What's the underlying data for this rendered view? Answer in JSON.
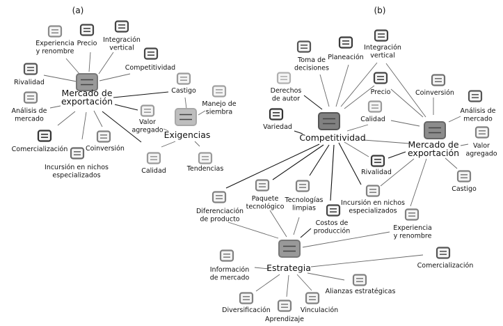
{
  "panel_a": {
    "title": "(a)",
    "nodes": [
      {
        "id": "mercado",
        "label": [
          "Mercado de",
          "exportación"
        ],
        "shade": "#777777",
        "hub": true
      },
      {
        "id": "experiencia",
        "label": [
          "Experiencia",
          "y renombre"
        ],
        "shade": "#8a8a8a"
      },
      {
        "id": "precio",
        "label": [
          "Precio"
        ],
        "shade": "#444444"
      },
      {
        "id": "integracion",
        "label": [
          "Integración",
          "vertical"
        ],
        "shade": "#444444"
      },
      {
        "id": "competitividad",
        "label": [
          "Competitividad"
        ],
        "shade": "#444444"
      },
      {
        "id": "rivalidad",
        "label": [
          "Rivalidad"
        ],
        "shade": "#555555"
      },
      {
        "id": "analisis",
        "label": [
          "Análisis de",
          "mercado"
        ],
        "shade": "#808080"
      },
      {
        "id": "comercializacion",
        "label": [
          "Comercialización"
        ],
        "shade": "#333333"
      },
      {
        "id": "incursion",
        "label": [
          "Incursión en nichos",
          "especializados"
        ],
        "shade": "#6a6a6a"
      },
      {
        "id": "coinversion",
        "label": [
          "Coinversión"
        ],
        "shade": "#808080"
      },
      {
        "id": "valor",
        "label": [
          "Valor",
          "agregado"
        ],
        "shade": "#9a9a9a"
      },
      {
        "id": "castigo",
        "label": [
          "Castigo"
        ],
        "shade": "#9a9a9a"
      },
      {
        "id": "manejo",
        "label": [
          "Manejo de",
          "siembra"
        ],
        "shade": "#a0a0a0"
      },
      {
        "id": "exigencias",
        "label": [
          "Exigencias"
        ],
        "shade": "#a8a8a8",
        "hub": true
      },
      {
        "id": "calidad",
        "label": [
          "Calidad"
        ],
        "shade": "#9a9a9a"
      },
      {
        "id": "tendencias",
        "label": [
          "Tendencias"
        ],
        "shade": "#9a9a9a"
      }
    ]
  },
  "panel_b": {
    "title": "(b)",
    "nodes": [
      {
        "id": "competitividad",
        "label": [
          "Competitividad"
        ],
        "shade": "#555555",
        "hub": true
      },
      {
        "id": "mercado",
        "label": [
          "Mercado de",
          "exportación"
        ],
        "shade": "#666666",
        "hub": true
      },
      {
        "id": "estrategia",
        "label": [
          "Estrategia"
        ],
        "shade": "#777777",
        "hub": true
      },
      {
        "id": "toma",
        "label": [
          "Toma de",
          "decisiones"
        ],
        "shade": "#555555"
      },
      {
        "id": "planeacion",
        "label": [
          "Planeación"
        ],
        "shade": "#3a3a3a"
      },
      {
        "id": "integracion",
        "label": [
          "Integración",
          "vertical"
        ],
        "shade": "#444444"
      },
      {
        "id": "derechos",
        "label": [
          "Derechos",
          "de autor"
        ],
        "shade": "#b0b0b0"
      },
      {
        "id": "precio",
        "label": [
          "Precio"
        ],
        "shade": "#444444"
      },
      {
        "id": "coinversion",
        "label": [
          "Coinversión"
        ],
        "shade": "#707070"
      },
      {
        "id": "analisis",
        "label": [
          "Análisis de",
          "mercado"
        ],
        "shade": "#555555"
      },
      {
        "id": "calidad",
        "label": [
          "Calidad"
        ],
        "shade": "#9a9a9a"
      },
      {
        "id": "variedad",
        "label": [
          "Variedad"
        ],
        "shade": "#333333"
      },
      {
        "id": "valor",
        "label": [
          "Valor",
          "agregado"
        ],
        "shade": "#808080"
      },
      {
        "id": "rivalidad",
        "label": [
          "Rivalidad"
        ],
        "shade": "#3a3a3a"
      },
      {
        "id": "castigo",
        "label": [
          "Castigo"
        ],
        "shade": "#808080"
      },
      {
        "id": "incursion",
        "label": [
          "Incursión en nichos",
          "especializados"
        ],
        "shade": "#808080"
      },
      {
        "id": "paquete",
        "label": [
          "Paquete",
          "tecnológico"
        ],
        "shade": "#808080"
      },
      {
        "id": "tecnologias",
        "label": [
          "Tecnologías",
          "limpias"
        ],
        "shade": "#808080"
      },
      {
        "id": "diferenciacion",
        "label": [
          "Diferenciación",
          "de producto"
        ],
        "shade": "#808080"
      },
      {
        "id": "costos",
        "label": [
          "Costos de",
          "producción"
        ],
        "shade": "#444444"
      },
      {
        "id": "experiencia",
        "label": [
          "Experiencia",
          "y renombre"
        ],
        "shade": "#808080"
      },
      {
        "id": "informacion",
        "label": [
          "Información",
          "de mercado"
        ],
        "shade": "#808080"
      },
      {
        "id": "comercializacion",
        "label": [
          "Comercialización"
        ],
        "shade": "#555555"
      },
      {
        "id": "alianzas",
        "label": [
          "Alianzas estratégicas"
        ],
        "shade": "#808080"
      },
      {
        "id": "diversificacion",
        "label": [
          "Diversificación"
        ],
        "shade": "#808080"
      },
      {
        "id": "aprendizaje",
        "label": [
          "Aprendizaje"
        ],
        "shade": "#808080"
      },
      {
        "id": "vinculacion",
        "label": [
          "Vinculación"
        ],
        "shade": "#808080"
      }
    ]
  }
}
